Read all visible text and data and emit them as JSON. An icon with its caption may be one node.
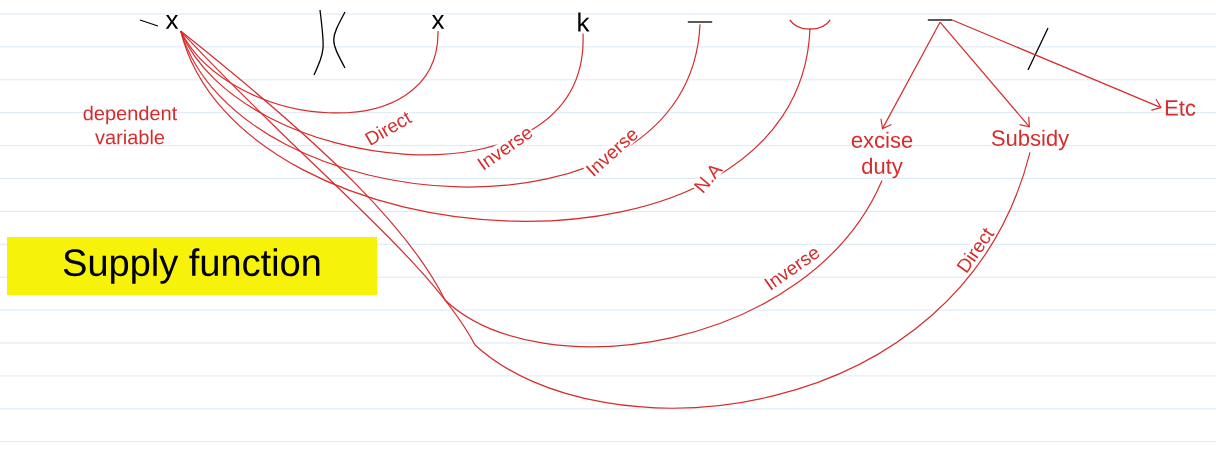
{
  "diagram": {
    "nodes": [
      {
        "text": [
          "x"
        ],
        "beside": [
          "dependent variable"
        ]
      },
      {
        "text": [
          "x"
        ]
      },
      {
        "text": [
          "k"
        ]
      },
      {
        "text": [],
        "shape": "bar"
      },
      {
        "text": [],
        "shape": "bar"
      },
      {
        "text": [],
        "shape": "bar"
      },
      {
        "text": [
          "excise duty"
        ]
      },
      {
        "text": [
          "Subsidy"
        ]
      },
      {
        "text": [
          "Etc"
        ]
      },
      {
        "text": [
          "Supply function"
        ]
      }
    ],
    "edges": [
      {
        "from": 0,
        "to": 1,
        "arrow": "none",
        "label": "Direct"
      },
      {
        "from": 0,
        "to": 2,
        "arrow": "none",
        "label": "Inverse"
      },
      {
        "from": 0,
        "to": 3,
        "arrow": "none",
        "label": "Inverse"
      },
      {
        "from": 0,
        "to": 4,
        "arrow": "none",
        "label": "N.A"
      },
      {
        "from": 0,
        "to": 6,
        "arrow": "none",
        "label": "Inverse"
      },
      {
        "from": 0,
        "to": 7,
        "arrow": "none",
        "label": "Direct"
      },
      {
        "from": 5,
        "to": 6,
        "arrow": "to"
      },
      {
        "from": 5,
        "to": 7,
        "arrow": "to"
      },
      {
        "from": 5,
        "to": 8,
        "arrow": "to"
      }
    ]
  }
}
